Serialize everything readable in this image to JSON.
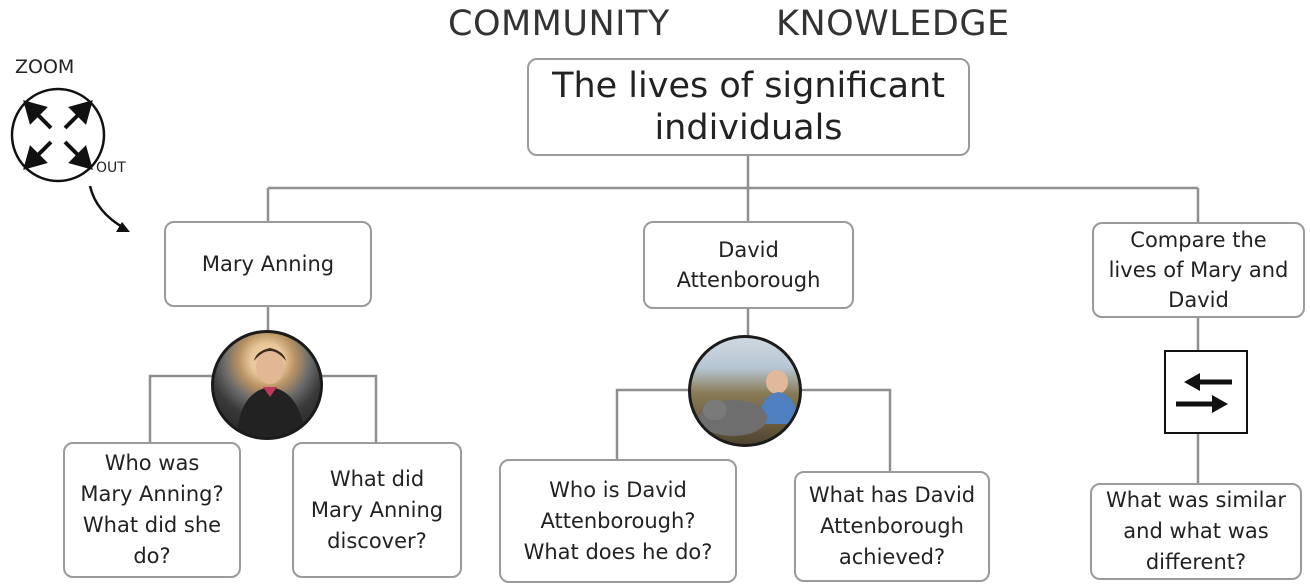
{
  "header": {
    "left": "COMMUNITY",
    "right": "KNOWLEDGE"
  },
  "zoom": {
    "label": "ZOOM",
    "out_label": "OUT"
  },
  "root": {
    "text": "The lives of significant\nindividuals"
  },
  "branches": [
    {
      "title": "Mary Anning",
      "children": [
        "Who was\nMary Anning?\nWhat did she\ndo?",
        "What did\nMary Anning\ndiscover?"
      ]
    },
    {
      "title": "David\nAttenborough",
      "children": [
        "Who is David\nAttenborough?\nWhat does he do?",
        "What has David\nAttenborough\nachieved?"
      ]
    },
    {
      "title": "Compare the\nlives of Mary and\nDavid",
      "children": [
        "What was similar\nand what was\ndifferent?"
      ]
    }
  ],
  "icons": {
    "zoom": "zoom-out-arrows-icon",
    "curved_arrow": "curved-arrow-icon",
    "compare": "compare-arrows-icon",
    "portrait_1": "mary-anning-portrait",
    "portrait_2": "david-attenborough-photo"
  },
  "colors": {
    "line": "#8f8f8f",
    "border": "#9a9a9a",
    "text": "#222222"
  }
}
